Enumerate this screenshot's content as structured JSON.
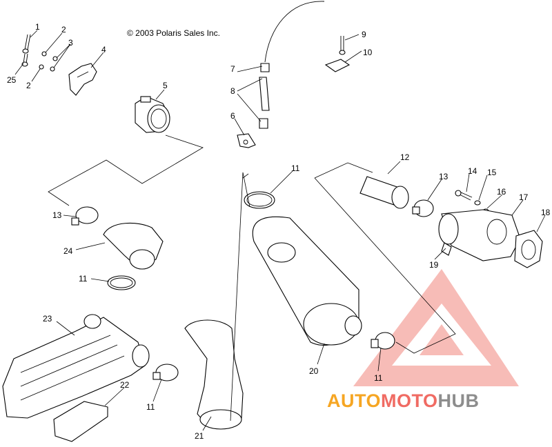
{
  "copyright": "© 2003 Polaris Sales Inc.",
  "callouts": [
    "1",
    "2",
    "3",
    "4",
    "25",
    "2",
    "5",
    "7",
    "8",
    "6",
    "9",
    "10",
    "11",
    "12",
    "13",
    "14",
    "15",
    "16",
    "17",
    "18",
    "19",
    "13",
    "24",
    "11",
    "23",
    "22",
    "11",
    "21",
    "20",
    "11"
  ],
  "watermark": {
    "part1": "AUTO",
    "part2": "MOTO",
    "part3": "HUB",
    "color_orange": "#f6a623",
    "color_red": "#f06b63",
    "color_gray": "#8d8d8d",
    "triangle_color": "#f5a6a0"
  }
}
